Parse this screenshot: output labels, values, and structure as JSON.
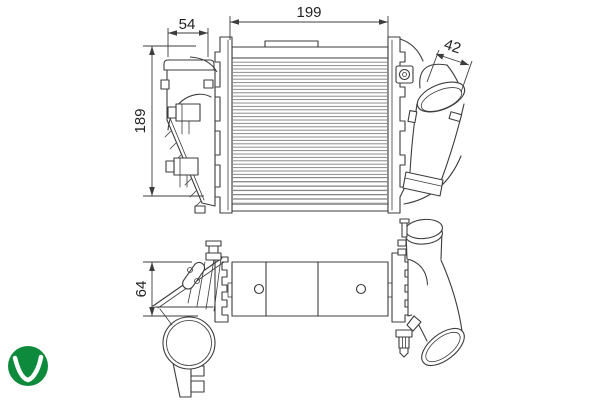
{
  "dimensions": {
    "core_width": "199",
    "tank_depth": "54",
    "pipe_length": "42",
    "core_height": "189",
    "plan_depth": "64"
  },
  "colors": {
    "line": "#3c3c3c",
    "fin": "#8a8a8a",
    "background": "#ffffff",
    "logo_green": "#0e8a3c"
  },
  "icons": {
    "brand_logo": "valeo-emblem-icon"
  }
}
